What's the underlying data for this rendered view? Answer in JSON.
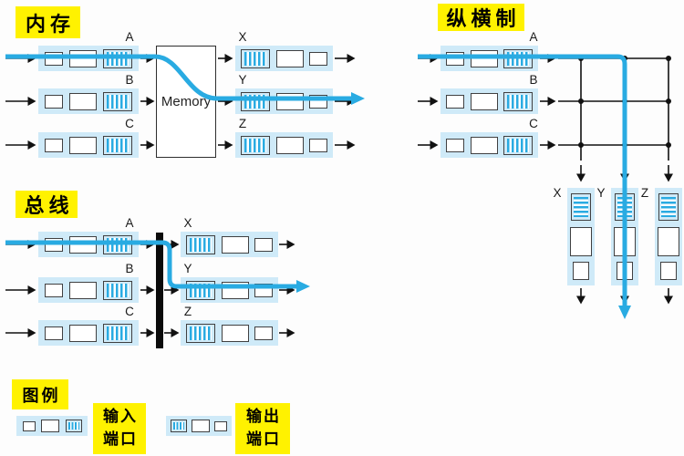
{
  "colors": {
    "highlight_yellow": "#fff200",
    "port_background": "#cfeaf8",
    "route_blue": "#29abe2",
    "line_black": "#111111"
  },
  "memory_diagram": {
    "title": "内存",
    "switch_label": "Memory",
    "inputs": [
      {
        "label": "A"
      },
      {
        "label": "B"
      },
      {
        "label": "C"
      }
    ],
    "outputs": [
      {
        "label": "X"
      },
      {
        "label": "Y"
      },
      {
        "label": "Z"
      }
    ]
  },
  "crossbar_diagram": {
    "title": "纵横制",
    "inputs": [
      {
        "label": "A"
      },
      {
        "label": "B"
      },
      {
        "label": "C"
      }
    ],
    "outputs": [
      {
        "label": "X"
      },
      {
        "label": "Y"
      },
      {
        "label": "Z"
      }
    ]
  },
  "bus_diagram": {
    "title": "总线",
    "inputs": [
      {
        "label": "A"
      },
      {
        "label": "B"
      },
      {
        "label": "C"
      }
    ],
    "outputs": [
      {
        "label": "X"
      },
      {
        "label": "Y"
      },
      {
        "label": "Z"
      }
    ]
  },
  "legend": {
    "title": "图例",
    "input_port": {
      "line1": "输入",
      "line2": "端口"
    },
    "output_port": {
      "line1": "输出",
      "line2": "端口"
    }
  }
}
